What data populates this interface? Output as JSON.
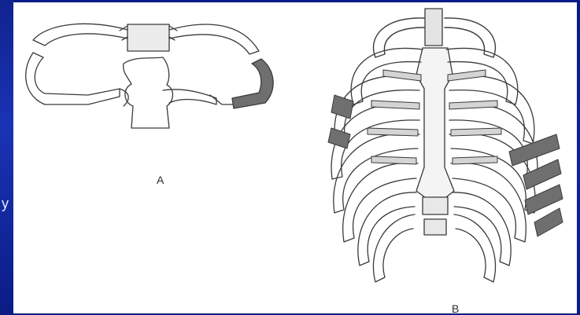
{
  "figure": {
    "label_a": "A",
    "label_b": "B",
    "left_glyph": "y"
  },
  "colors": {
    "background": "#0b1d8c",
    "panel": "#ffffff",
    "line": "#3a3a3a",
    "rib_light": "#d4d4d4",
    "rib_highlight": "#6f6f6f"
  }
}
